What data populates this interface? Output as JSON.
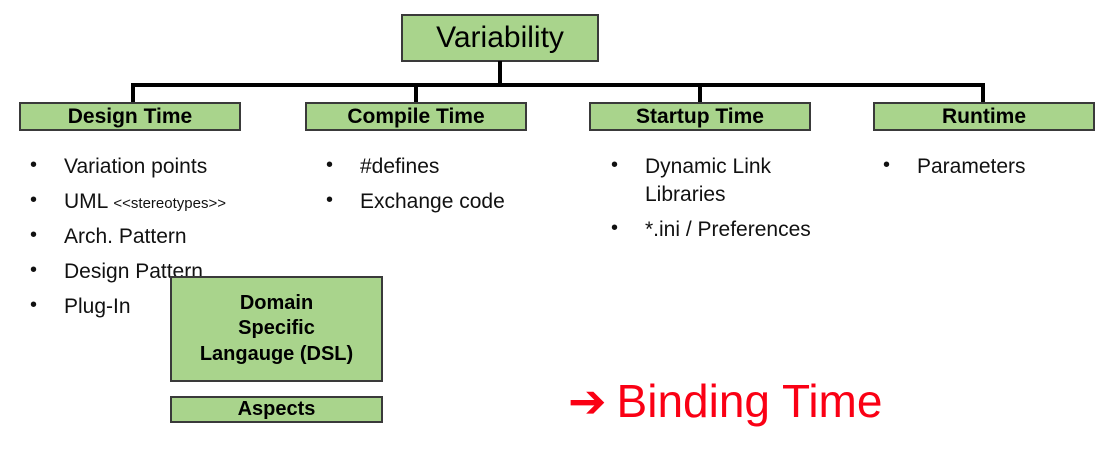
{
  "diagram": {
    "root": {
      "label": "Variability"
    },
    "categories": [
      {
        "label": "Design Time"
      },
      {
        "label": "Compile Time"
      },
      {
        "label": "Startup Time"
      },
      {
        "label": "Runtime"
      }
    ],
    "columns": [
      {
        "items": [
          {
            "text": "Variation points"
          },
          {
            "text": "UML ",
            "suffix": "<<stereotypes>>"
          },
          {
            "text": "Arch. Pattern"
          },
          {
            "text": "Design Pattern"
          },
          {
            "text": "Plug-In"
          }
        ]
      },
      {
        "items": [
          {
            "text": "#defines"
          },
          {
            "text": "Exchange code"
          }
        ]
      },
      {
        "items": [
          {
            "text": "Dynamic Link Libraries"
          },
          {
            "text": "*.ini / Preferences"
          }
        ]
      },
      {
        "items": [
          {
            "text": "Parameters"
          }
        ]
      }
    ],
    "extra_boxes": [
      {
        "line1": "Domain",
        "line2": "Specific",
        "line3": "Langauge (DSL)"
      },
      {
        "line1": "Aspects"
      }
    ],
    "callout": {
      "arrow": "➔",
      "text": "Binding Time",
      "color": "#fa0014"
    },
    "colors": {
      "box_fill": "#a9d48c",
      "box_border": "#3a3a3a",
      "connector": "#000000",
      "text": "#000000"
    }
  }
}
